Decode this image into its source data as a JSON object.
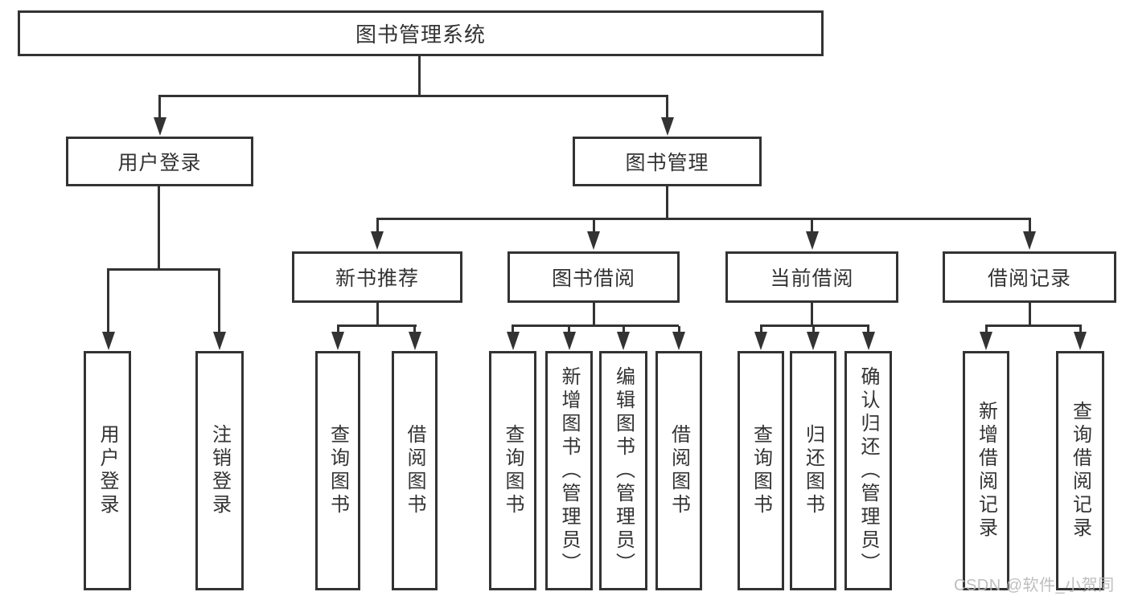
{
  "diagram": {
    "title": "图书管理系统",
    "colors": {
      "line": "#333333",
      "border": "#333333",
      "text": "#333333",
      "background": "#ffffff"
    },
    "root": {
      "label": "图书管理系统"
    },
    "level2": {
      "user_login": {
        "label": "用户登录"
      },
      "book_mgmt": {
        "label": "图书管理"
      }
    },
    "level3": {
      "new_book_rec": {
        "label": "新书推荐"
      },
      "book_borrow": {
        "label": "图书借阅"
      },
      "current_borrow": {
        "label": "当前借阅"
      },
      "borrow_record": {
        "label": "借阅记录"
      }
    },
    "leaves": {
      "user_login_leaf": {
        "label": "用户登录"
      },
      "logout_leaf": {
        "label": "注销登录"
      },
      "nb_query_book": {
        "label": "查询图书"
      },
      "nb_borrow_book": {
        "label": "借阅图书"
      },
      "bb_query_book": {
        "label": "查询图书"
      },
      "bb_add_book": {
        "label": "新增图书（管理员）"
      },
      "bb_edit_book": {
        "label": "编辑图书（管理员）"
      },
      "bb_borrow_book": {
        "label": "借阅图书"
      },
      "cb_query_book": {
        "label": "查询图书"
      },
      "cb_return_book": {
        "label": "归还图书"
      },
      "cb_confirm_return": {
        "label": "确认归还（管理员）"
      },
      "br_add_record": {
        "label": "新增借阅记录"
      },
      "br_query_record": {
        "label": "查询借阅记录"
      }
    }
  },
  "watermark": {
    "text": "CSDN @软件_小贺同学",
    "color": "#b9b9b9"
  }
}
